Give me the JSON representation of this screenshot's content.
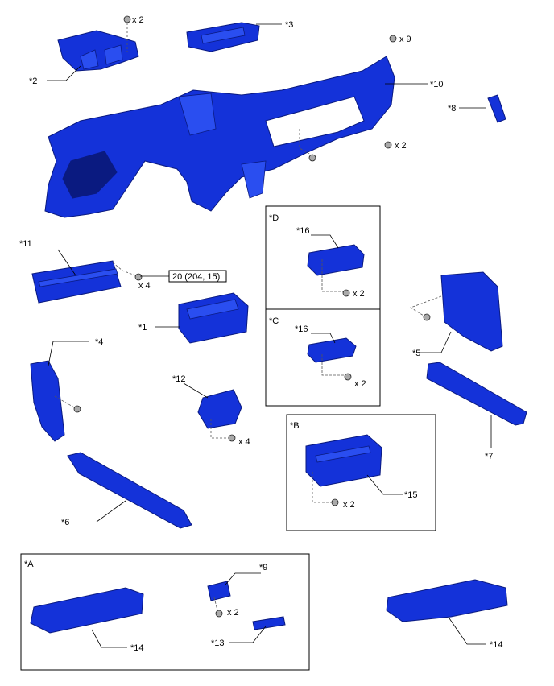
{
  "callouts": {
    "c1": "*1",
    "c2": "*2",
    "c3": "*3",
    "c4": "*4",
    "c5": "*5",
    "c6": "*6",
    "c7": "*7",
    "c8": "*8",
    "c9": "*9",
    "c10": "*10",
    "c11": "*11",
    "c12": "*12",
    "c13": "*13",
    "c14a": "*14",
    "c14b": "*14",
    "c15": "*15",
    "c16d": "*16",
    "c16c": "*16"
  },
  "groups": {
    "A": "*A",
    "B": "*B",
    "C": "*C",
    "D": "*D"
  },
  "quantities": {
    "q_top2": "x 2",
    "q_top9": "x 9",
    "q_mid2": "x 2",
    "q_11": "x 4",
    "q_12": "x 4",
    "q_d": "x 2",
    "q_c": "x 2",
    "q_b": "x 2",
    "q_a": "x 2"
  },
  "torque": {
    "t11": "20 (204, 15)"
  },
  "colors": {
    "part": "#1432d9",
    "outline": "#0a1a80"
  }
}
